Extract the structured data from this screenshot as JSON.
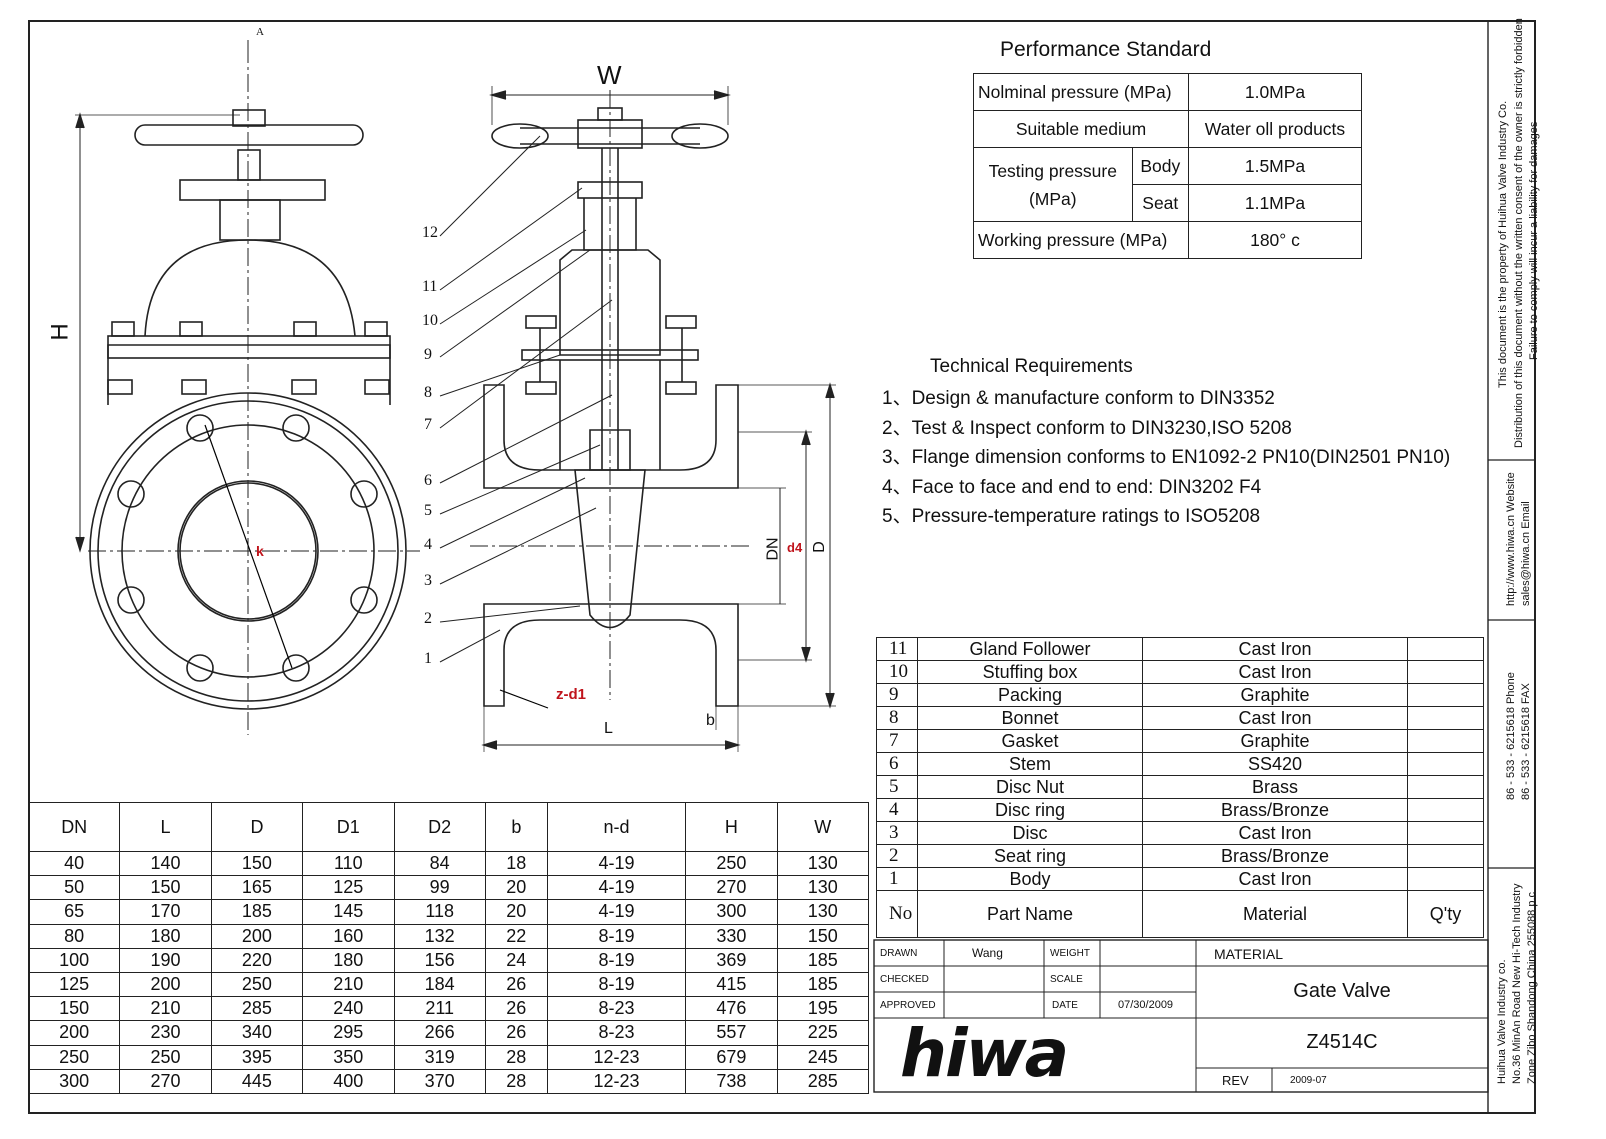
{
  "drawing": {
    "section_mark": "A",
    "width_label": "W",
    "height_label": "H",
    "pcd_label": "k",
    "bolts_label": "z-d1",
    "length_label": "L",
    "flange_thickness_label": "b",
    "bore_label": "DN",
    "raised_face_label": "d4",
    "flange_dia_label": "D",
    "balloons": [
      "12",
      "11",
      "10",
      "9",
      "8",
      "7",
      "6",
      "5",
      "4",
      "3",
      "2",
      "1"
    ]
  },
  "performance": {
    "title": "Performance Standard",
    "nominal_label": "Nolminal pressure (MPa)",
    "nominal_value": "1.0MPa",
    "medium_label": "Suitable medium",
    "medium_value": "Water  oll  products",
    "testing_label_1": "Testing pressure",
    "testing_label_2": "(MPa)",
    "body_label": "Body",
    "body_value": "1.5MPa",
    "seat_label": "Seat",
    "seat_value": "1.1MPa",
    "working_label": "Working pressure (MPa)",
    "working_value": "180°  c"
  },
  "technical": {
    "title": "Technical Requirements",
    "items": [
      "1、Design & manufacture conform to DIN3352",
      "2、Test & Inspect conform to DIN3230,ISO 5208",
      "3、Flange dimension conforms to EN1092-2 PN10(DIN2501 PN10)",
      "4、Face to face and end to end:  DIN3202 F4",
      "5、Pressure-temperature ratings to ISO5208"
    ]
  },
  "dimensions": {
    "headers": [
      "DN",
      "L",
      "D",
      "D1",
      "D2",
      "b",
      "n-d",
      "H",
      "W"
    ],
    "rows": [
      [
        "40",
        "140",
        "150",
        "110",
        "84",
        "18",
        "4-19",
        "250",
        "130"
      ],
      [
        "50",
        "150",
        "165",
        "125",
        "99",
        "20",
        "4-19",
        "270",
        "130"
      ],
      [
        "65",
        "170",
        "185",
        "145",
        "118",
        "20",
        "4-19",
        "300",
        "130"
      ],
      [
        "80",
        "180",
        "200",
        "160",
        "132",
        "22",
        "8-19",
        "330",
        "150"
      ],
      [
        "100",
        "190",
        "220",
        "180",
        "156",
        "24",
        "8-19",
        "369",
        "185"
      ],
      [
        "125",
        "200",
        "250",
        "210",
        "184",
        "26",
        "8-19",
        "415",
        "185"
      ],
      [
        "150",
        "210",
        "285",
        "240",
        "211",
        "26",
        "8-23",
        "476",
        "195"
      ],
      [
        "200",
        "230",
        "340",
        "295",
        "266",
        "26",
        "8-23",
        "557",
        "225"
      ],
      [
        "250",
        "250",
        "395",
        "350",
        "319",
        "28",
        "12-23",
        "679",
        "245"
      ],
      [
        "300",
        "270",
        "445",
        "400",
        "370",
        "28",
        "12-23",
        "738",
        "285"
      ]
    ]
  },
  "parts": {
    "rows": [
      [
        "11",
        "Gland Follower",
        "Cast Iron"
      ],
      [
        "10",
        "Stuffing box",
        "Cast Iron"
      ],
      [
        "9",
        "Packing",
        "Graphite"
      ],
      [
        "8",
        "Bonnet",
        "Cast Iron"
      ],
      [
        "7",
        "Gasket",
        "Graphite"
      ],
      [
        "6",
        "Stem",
        "SS420"
      ],
      [
        "5",
        "Disc Nut",
        "Brass"
      ],
      [
        "4",
        "Disc ring",
        "Brass/Bronze"
      ],
      [
        "3",
        "Disc",
        "Cast Iron"
      ],
      [
        "2",
        "Seat ring",
        "Brass/Bronze"
      ],
      [
        "1",
        "Body",
        "Cast Iron"
      ]
    ],
    "header": {
      "no": "No",
      "name": "Part Name",
      "material": "Material",
      "qty": "Q'ty"
    }
  },
  "title_block": {
    "drawn_label": "DRAWN",
    "drawn_value": "Wang",
    "weight_label": "WEIGHT",
    "checked_label": "CHECKED",
    "scale_label": "SCALE",
    "approved_label": "APPROVED",
    "date_label": "DATE",
    "date_value": "07/30/2009",
    "material_label": "MATERIAL",
    "product_name": "Gate Valve",
    "model": "Z4514C",
    "rev_label": "REV",
    "rev_value": "2009-07",
    "logo": "hiwa"
  },
  "sidebar": {
    "notice_1": "This document is the property of Huihua Valve Industry Co.",
    "notice_2": "Distribution of this document without the written consent of the owner is strictly forbidden",
    "notice_3": "Failure to comply will incur a liability for damages",
    "website_line": "http://www.hiwa.cn  Website",
    "email_line": "sales@hiwa.cn    Email",
    "phone_line": "86 - 533 - 6215618  Phone",
    "fax_line": "86 - 533 - 6215618  FAX",
    "company_1": "Huihua Valve Industry co.",
    "company_2": "No.36 MinAn Road New Hi-Tech Industry",
    "company_3": "Zone Zibo Shandong China   255088 p.c"
  }
}
